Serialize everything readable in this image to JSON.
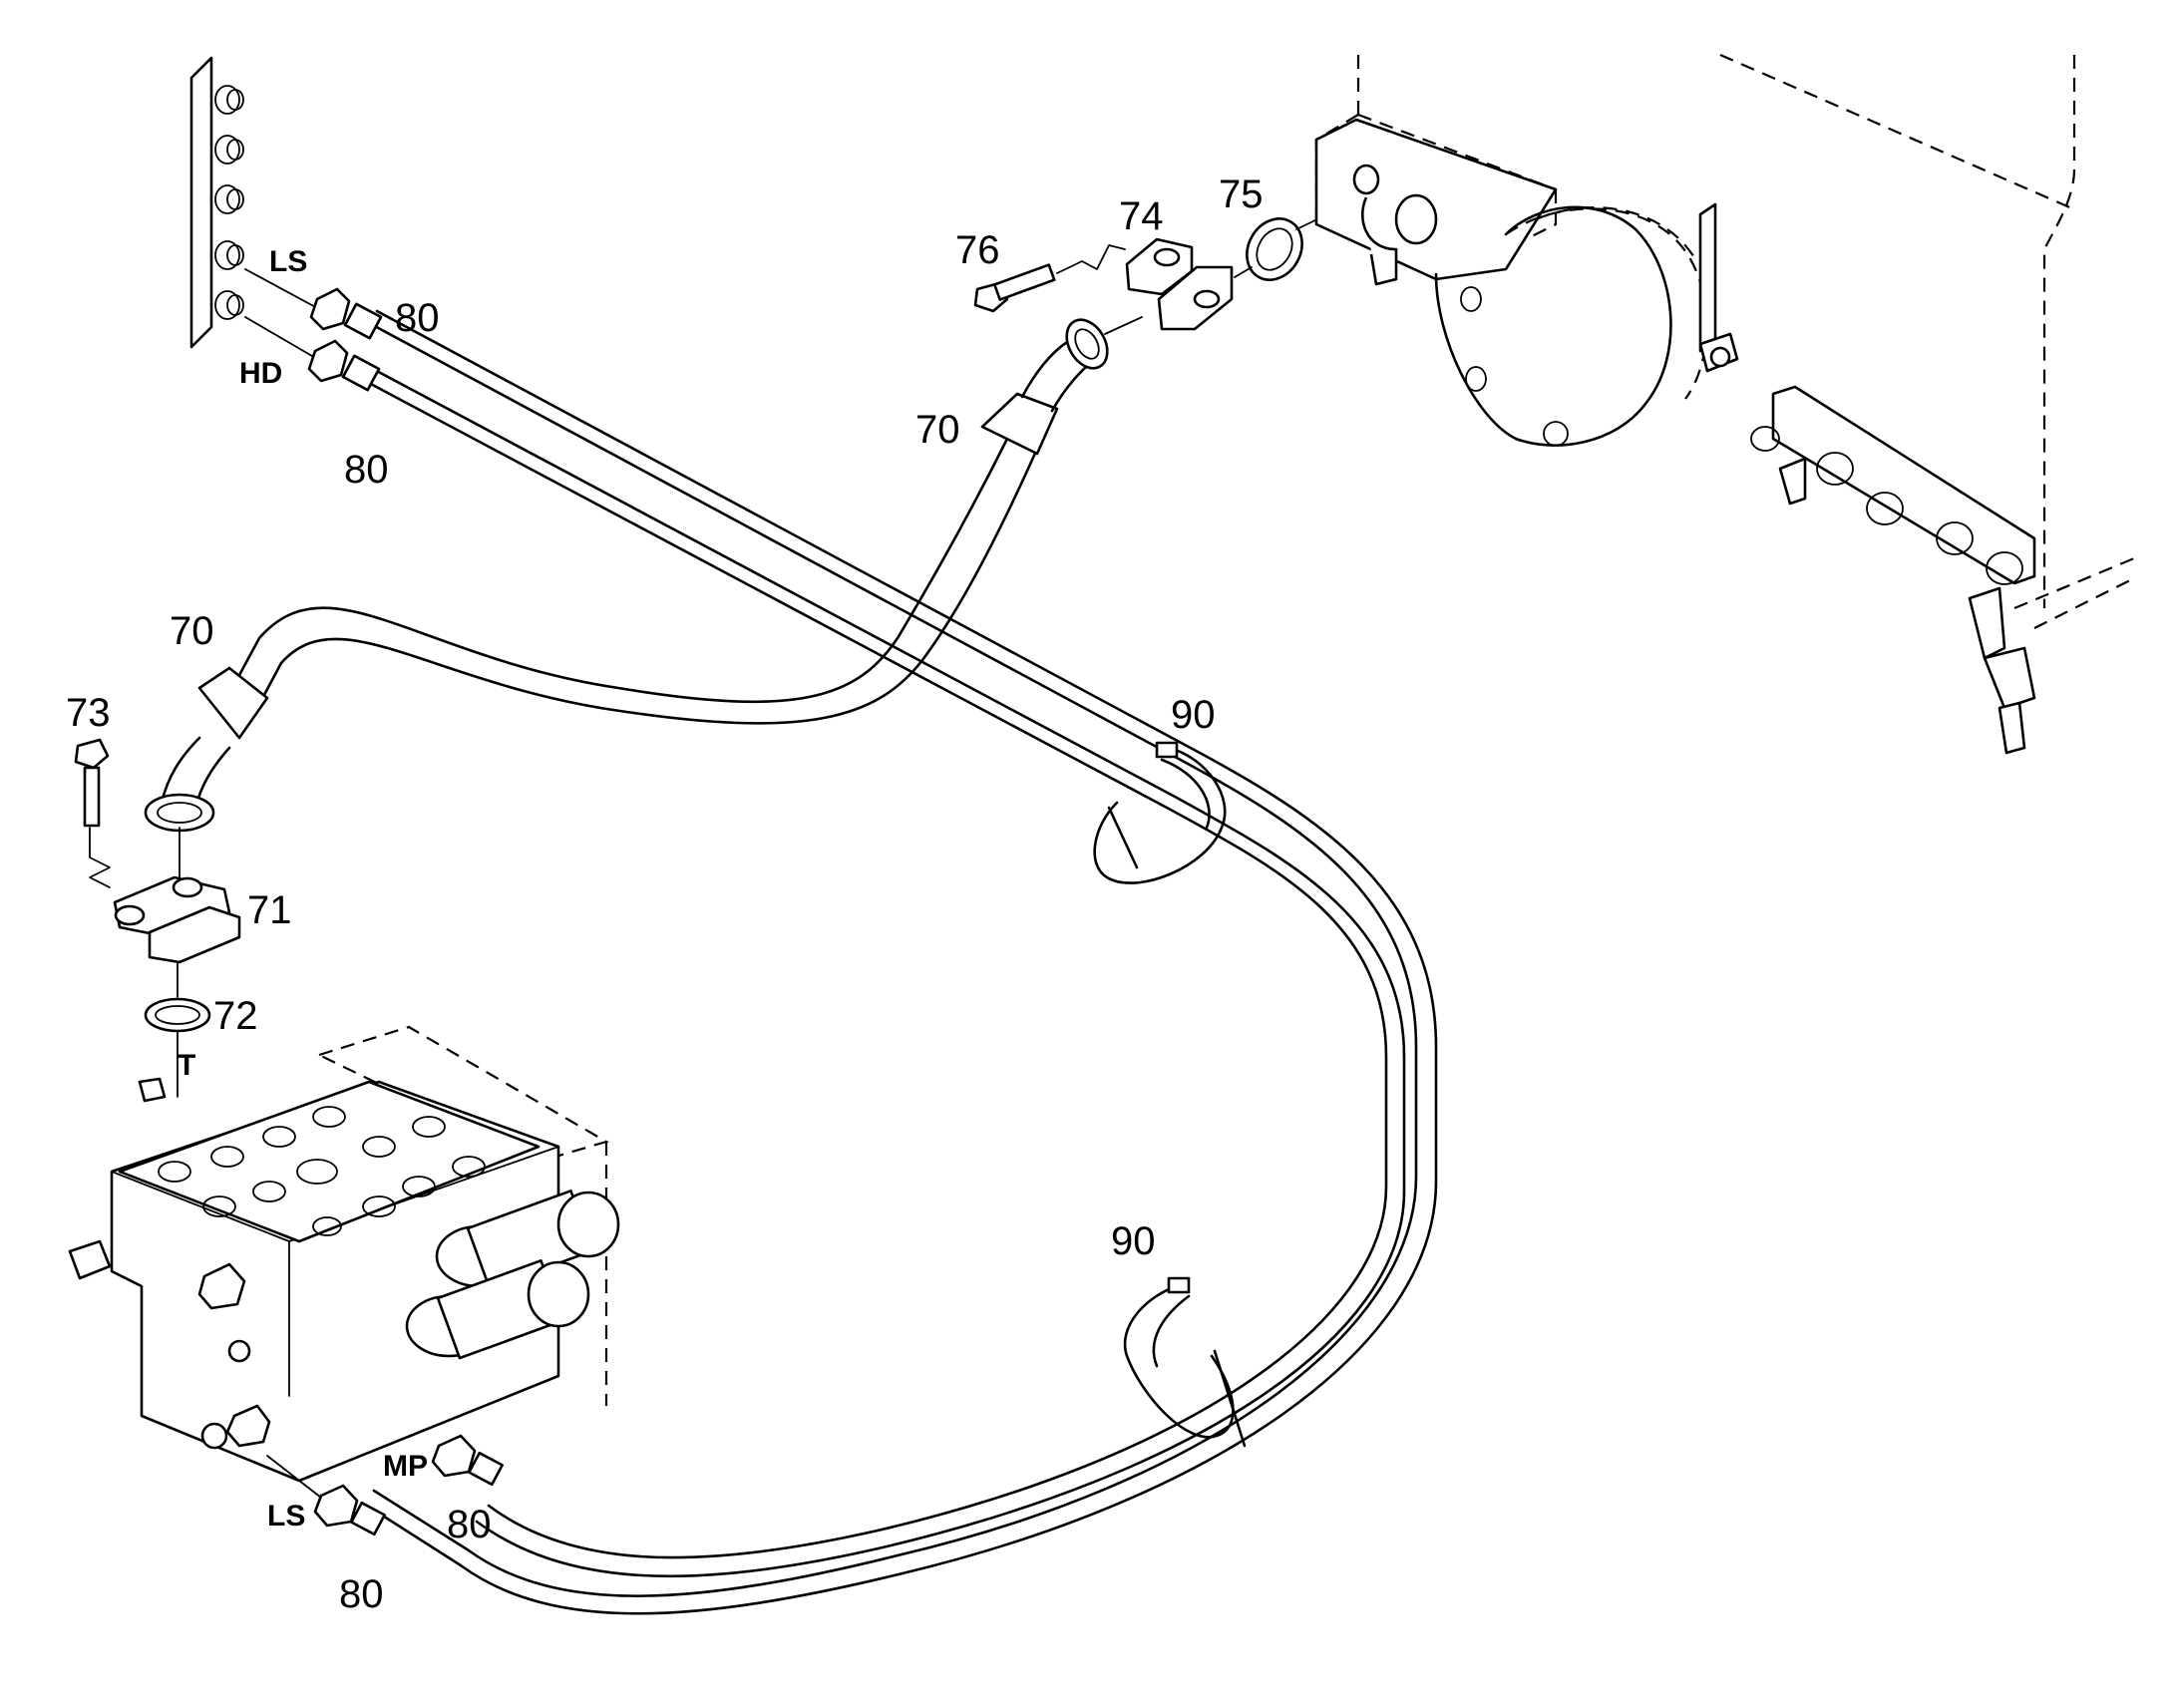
{
  "callouts": {
    "c70_upper": "70",
    "c70_left": "70",
    "c71": "71",
    "c72": "72",
    "c73": "73",
    "c74": "74",
    "c75": "75",
    "c76": "76",
    "c80_top": "80",
    "c80_mid": "80",
    "c80_lower": "80",
    "c80_bottom": "80",
    "c90_top": "90",
    "c90_bottom": "90"
  },
  "ports": {
    "ls_top": "LS",
    "hd_top": "HD",
    "t_port": "T",
    "mp_port": "MP",
    "ls_bottom": "LS"
  }
}
